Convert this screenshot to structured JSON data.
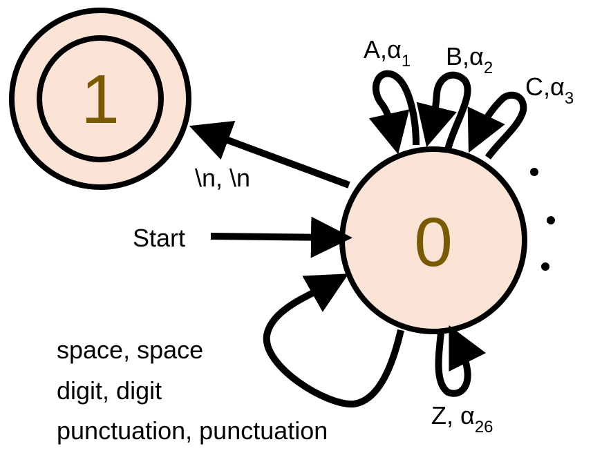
{
  "states": {
    "accept": {
      "label": "1"
    },
    "start": {
      "label": "0"
    }
  },
  "transitions": {
    "newline": "\\n, \\n",
    "start": "Start",
    "loop_a": {
      "base": "A,α",
      "sub": "1"
    },
    "loop_b": {
      "base": "B,α",
      "sub": "2"
    },
    "loop_c": {
      "base": "C,α",
      "sub": "3"
    },
    "loop_z": {
      "base": "Z, α",
      "sub": "26"
    },
    "self_loop_lines": [
      "space, space",
      "digit, digit",
      "punctuation, punctuation"
    ]
  },
  "colors": {
    "state_fill": "#fbe4d6",
    "state_stroke": "#000000",
    "state_text": "#7a5a00"
  }
}
